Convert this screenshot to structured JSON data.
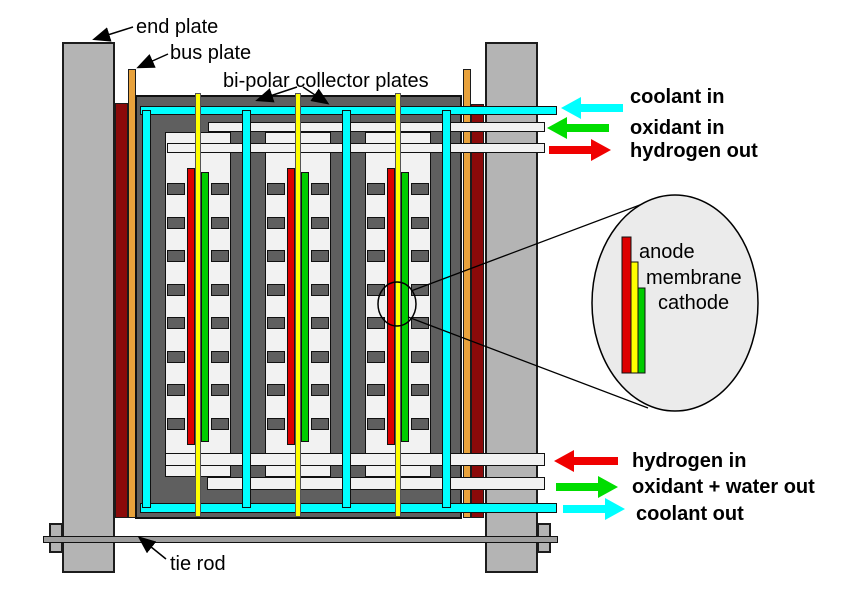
{
  "diagram": {
    "part_labels": {
      "end_plate": "end plate",
      "bus_plate": "bus plate",
      "bipolar_plates": "bi-polar collector plates",
      "tie_rod": "tie rod"
    },
    "inset_labels": {
      "anode": "anode",
      "membrane": "membrane",
      "cathode": "cathode"
    },
    "flow_labels": {
      "coolant_in": "coolant in",
      "oxidant_in": "oxidant in",
      "hydrogen_out": "hydrogen out",
      "hydrogen_in": "hydrogen in",
      "oxidant_water_out": "oxidant + water out",
      "coolant_out": "coolant out"
    },
    "flow_directions": {
      "coolant_in": "left",
      "oxidant_in": "left",
      "hydrogen_out": "right",
      "hydrogen_in": "left",
      "oxidant_water_out": "right",
      "coolant_out": "right"
    }
  },
  "stack": {
    "cell_count": 3,
    "coolant_channel_count": 4
  },
  "colors": {
    "coolant": "#00ffff",
    "oxidant": "#00dd00",
    "hydrogen": "#f00000",
    "anode": "#dd0000",
    "membrane": "#ffff00",
    "cathode": "#00cc00",
    "bus_plate_orange": "#e8a23c",
    "bus_plate_maroon": "#8b0a0a",
    "end_plate_gray": "#b4b4b4",
    "stack_gray": "#5f5f5f",
    "channel_white": "#f2f2f2",
    "inset_bg": "#ebebeb",
    "tie_rod_gray": "#9e9e9e",
    "label_black": "#000000"
  }
}
